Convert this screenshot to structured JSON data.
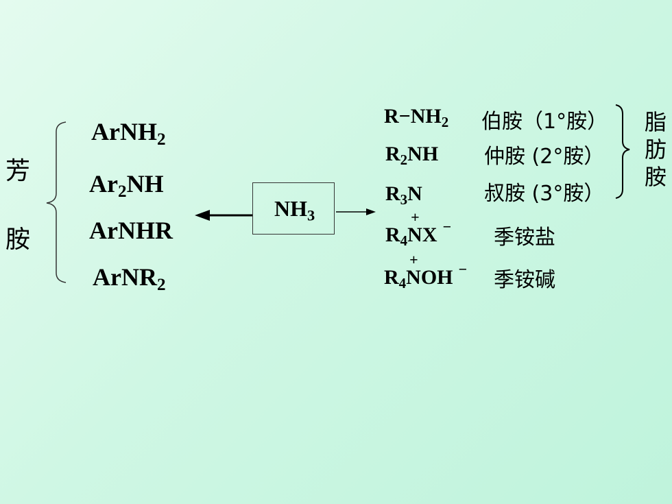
{
  "aromatic": {
    "label": "芳胺",
    "formulas": [
      {
        "base": "ArNH",
        "sub": "2",
        "tail": ""
      },
      {
        "base": "Ar",
        "sub": "2",
        "tail": "NH"
      },
      {
        "base": "ArNHR",
        "sub": "",
        "tail": ""
      },
      {
        "base": "ArNR",
        "sub": "2",
        "tail": ""
      }
    ]
  },
  "center": {
    "base": "NH",
    "sub": "3"
  },
  "aliphatic": {
    "label": "脂肪胺",
    "rows": [
      {
        "formula_pre": "R−NH",
        "formula_sub": "2",
        "formula_post": "",
        "name": "伯胺",
        "degree": "（1°胺）"
      },
      {
        "formula_pre": "R",
        "formula_sub": "2",
        "formula_post": "NH",
        "name": "仲胺",
        "degree": "(2°胺）"
      },
      {
        "formula_pre": "R",
        "formula_sub": "3",
        "formula_post": "N",
        "name": "叔胺",
        "degree": "(3°胺）"
      }
    ]
  },
  "quaternary": [
    {
      "pre": "R",
      "sub": "4",
      "n": "N",
      "plus": "+",
      "post": "X",
      "charge": "−",
      "name": "季铵盐"
    },
    {
      "pre": "R",
      "sub": "4",
      "n": "N",
      "plus": "+",
      "post": "OH",
      "charge": "−",
      "name": "季铵碱"
    }
  ]
}
